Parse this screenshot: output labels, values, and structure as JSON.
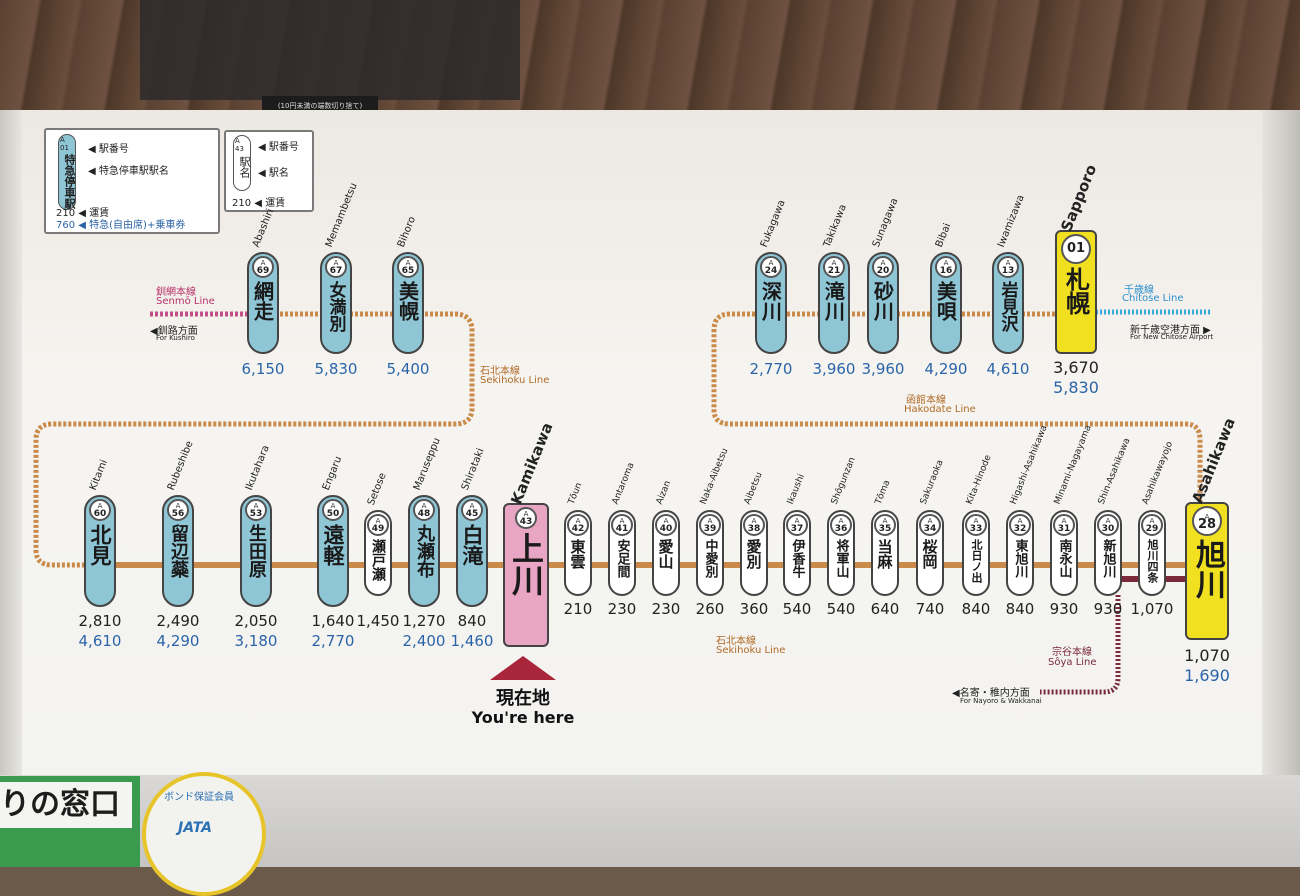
{
  "ceiling_label": "(10円未満の端数切り捨て)",
  "legend": {
    "a": {
      "code_letter": "A",
      "code_num": "01",
      "name_vertical": "特急停車駅",
      "row1": "駅番号",
      "row2": "特急停車駅駅名",
      "fare1": "210",
      "row3": "運賃",
      "fare2": "760",
      "row4": "特急(自由席)+乗車券"
    },
    "b": {
      "code_letter": "A",
      "code_num": "43",
      "name_vertical": "駅名",
      "row1": "駅番号",
      "row2": "駅名",
      "fare": "210",
      "row3": "運賃"
    }
  },
  "upper_left_stations": [
    {
      "romaji": "Abashiri",
      "letter": "A",
      "num": "69",
      "kanji": "網走",
      "fare": "6,150"
    },
    {
      "romaji": "Memambetsu",
      "letter": "A",
      "num": "67",
      "kanji": "女満別",
      "fare": "5,830"
    },
    {
      "romaji": "Bihoro",
      "letter": "A",
      "num": "65",
      "kanji": "美幌",
      "fare": "5,400"
    }
  ],
  "upper_right_stations": [
    {
      "romaji": "Fukagawa",
      "letter": "A",
      "num": "24",
      "kanji": "深川",
      "fare": "2,770"
    },
    {
      "romaji": "Takikawa",
      "letter": "A",
      "num": "21",
      "kanji": "滝川",
      "fare": "3,960"
    },
    {
      "romaji": "Sunagawa",
      "letter": "A",
      "num": "20",
      "kanji": "砂川",
      "fare": "3,960"
    },
    {
      "romaji": "Bibai",
      "letter": "A",
      "num": "16",
      "kanji": "美唄",
      "fare": "4,290"
    },
    {
      "romaji": "Iwamizawa",
      "letter": "A",
      "num": "13",
      "kanji": "岩見沢",
      "fare": "4,610"
    }
  ],
  "sapporo": {
    "romaji": "Sapporo",
    "num": "01",
    "kanji": "札幌",
    "fare1": "3,670",
    "fare2": "5,830"
  },
  "lower_left_stations": [
    {
      "romaji": "Kitami",
      "letter": "A",
      "num": "60",
      "kanji": "北見",
      "fare1": "2,810",
      "fare2": "4,610"
    },
    {
      "romaji": "Rubeshibe",
      "letter": "A",
      "num": "56",
      "kanji": "留辺蘂",
      "fare1": "2,490",
      "fare2": "4,290"
    },
    {
      "romaji": "Ikutahara",
      "letter": "A",
      "num": "53",
      "kanji": "生田原",
      "fare1": "2,050",
      "fare2": "3,180"
    },
    {
      "romaji": "Engaru",
      "letter": "A",
      "num": "50",
      "kanji": "遠軽",
      "fare1": "1,640",
      "fare2": "2,770"
    },
    {
      "romaji": "Setose",
      "letter": "A",
      "num": "49",
      "kanji": "瀬戸瀬",
      "fare1": "1,450",
      "fare2": ""
    },
    {
      "romaji": "Maruseppu",
      "letter": "A",
      "num": "48",
      "kanji": "丸瀬布",
      "fare1": "1,270",
      "fare2": "2,400"
    },
    {
      "romaji": "Shirataki",
      "letter": "A",
      "num": "45",
      "kanji": "白滝",
      "fare1": "840",
      "fare2": "1,460"
    }
  ],
  "current": {
    "romaji": "Kamikawa",
    "letter": "A",
    "num": "43",
    "kanji": "上川",
    "here_jp": "現在地",
    "here_en": "You're here"
  },
  "lower_right_stations": [
    {
      "romaji": "Tōun",
      "letter": "A",
      "num": "42",
      "kanji": "東雲",
      "fare": "210"
    },
    {
      "romaji": "Antaroma",
      "letter": "A",
      "num": "41",
      "kanji": "安足間",
      "fare": "230"
    },
    {
      "romaji": "Aizan",
      "letter": "A",
      "num": "40",
      "kanji": "愛山",
      "fare": "230"
    },
    {
      "romaji": "Naka-Aibetsu",
      "letter": "A",
      "num": "39",
      "kanji": "中愛別",
      "fare": "260"
    },
    {
      "romaji": "Aibetsu",
      "letter": "A",
      "num": "38",
      "kanji": "愛別",
      "fare": "360"
    },
    {
      "romaji": "Ikaushi",
      "letter": "A",
      "num": "37",
      "kanji": "伊香牛",
      "fare": "540"
    },
    {
      "romaji": "Shōgunzan",
      "letter": "A",
      "num": "36",
      "kanji": "将軍山",
      "fare": "540"
    },
    {
      "romaji": "Tōma",
      "letter": "A",
      "num": "35",
      "kanji": "当麻",
      "fare": "640"
    },
    {
      "romaji": "Sakuraoka",
      "letter": "A",
      "num": "34",
      "kanji": "桜岡",
      "fare": "740"
    },
    {
      "romaji": "Kita-Hinode",
      "letter": "A",
      "num": "33",
      "kanji": "北日ノ出",
      "fare": "840"
    },
    {
      "romaji": "Higashi-Asahikawa",
      "letter": "A",
      "num": "32",
      "kanji": "東旭川",
      "fare": "840"
    },
    {
      "romaji": "Minami-Nagayama",
      "letter": "A",
      "num": "31",
      "kanji": "南永山",
      "fare": "930"
    },
    {
      "romaji": "Shin-Asahikawa",
      "letter": "A",
      "num": "30",
      "kanji": "新旭川",
      "fare": "930"
    },
    {
      "romaji": "Asahikawayojo",
      "letter": "A",
      "num": "29",
      "kanji": "旭川四条",
      "fare": "1,070"
    }
  ],
  "asahikawa": {
    "romaji": "Asahikawa",
    "letter": "A",
    "num": "28",
    "kanji": "旭川",
    "fare1": "1,070",
    "fare2": "1,690"
  },
  "lines": {
    "senmo_jp": "釧網本線",
    "senmo_en": "Senmō Line",
    "kushiro_jp": "◀釧路方面",
    "kushiro_en": "For Kushiro",
    "sekihoku_jp": "石北本線",
    "sekihoku_en": "Sekihoku Line",
    "hakodate_jp": "函館本線",
    "hakodate_en": "Hakodate Line",
    "chitose_jp": "千歳線",
    "chitose_en": "Chitose Line",
    "airport_jp": "新千歳空港方面 ▶",
    "airport_en": "For New Chitose Airport",
    "soya_jp": "宗谷本線",
    "soya_en": "Sôya Line",
    "nayoro_jp": "◀名寄・稚内方面",
    "nayoro_en": "For Nayoro & Wakkanai"
  },
  "bottom": {
    "window_sign": "りの窓口",
    "jata_top": "ボンド保証会員",
    "jata": "JATA"
  },
  "colors": {
    "blue_pill": "#8fc6d6",
    "white_pill": "#ffffff",
    "yellow_pill": "#f0e020",
    "pink_pill": "#e8a6c4",
    "line_brown": "#c98a4a",
    "here_red": "#a8253a"
  }
}
